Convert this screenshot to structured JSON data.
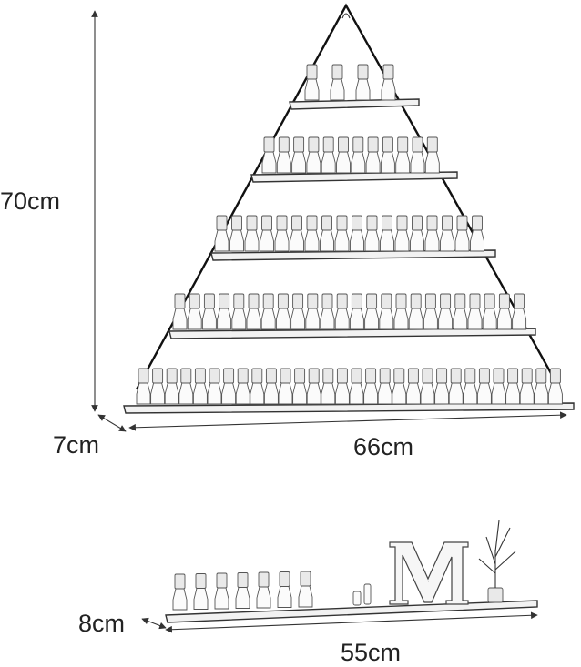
{
  "dimensions": {
    "height": "70cm",
    "depth": "7cm",
    "width": "66cm",
    "small_shelf_depth": "8cm",
    "small_shelf_width": "55cm"
  },
  "decor": {
    "letter": "M"
  }
}
